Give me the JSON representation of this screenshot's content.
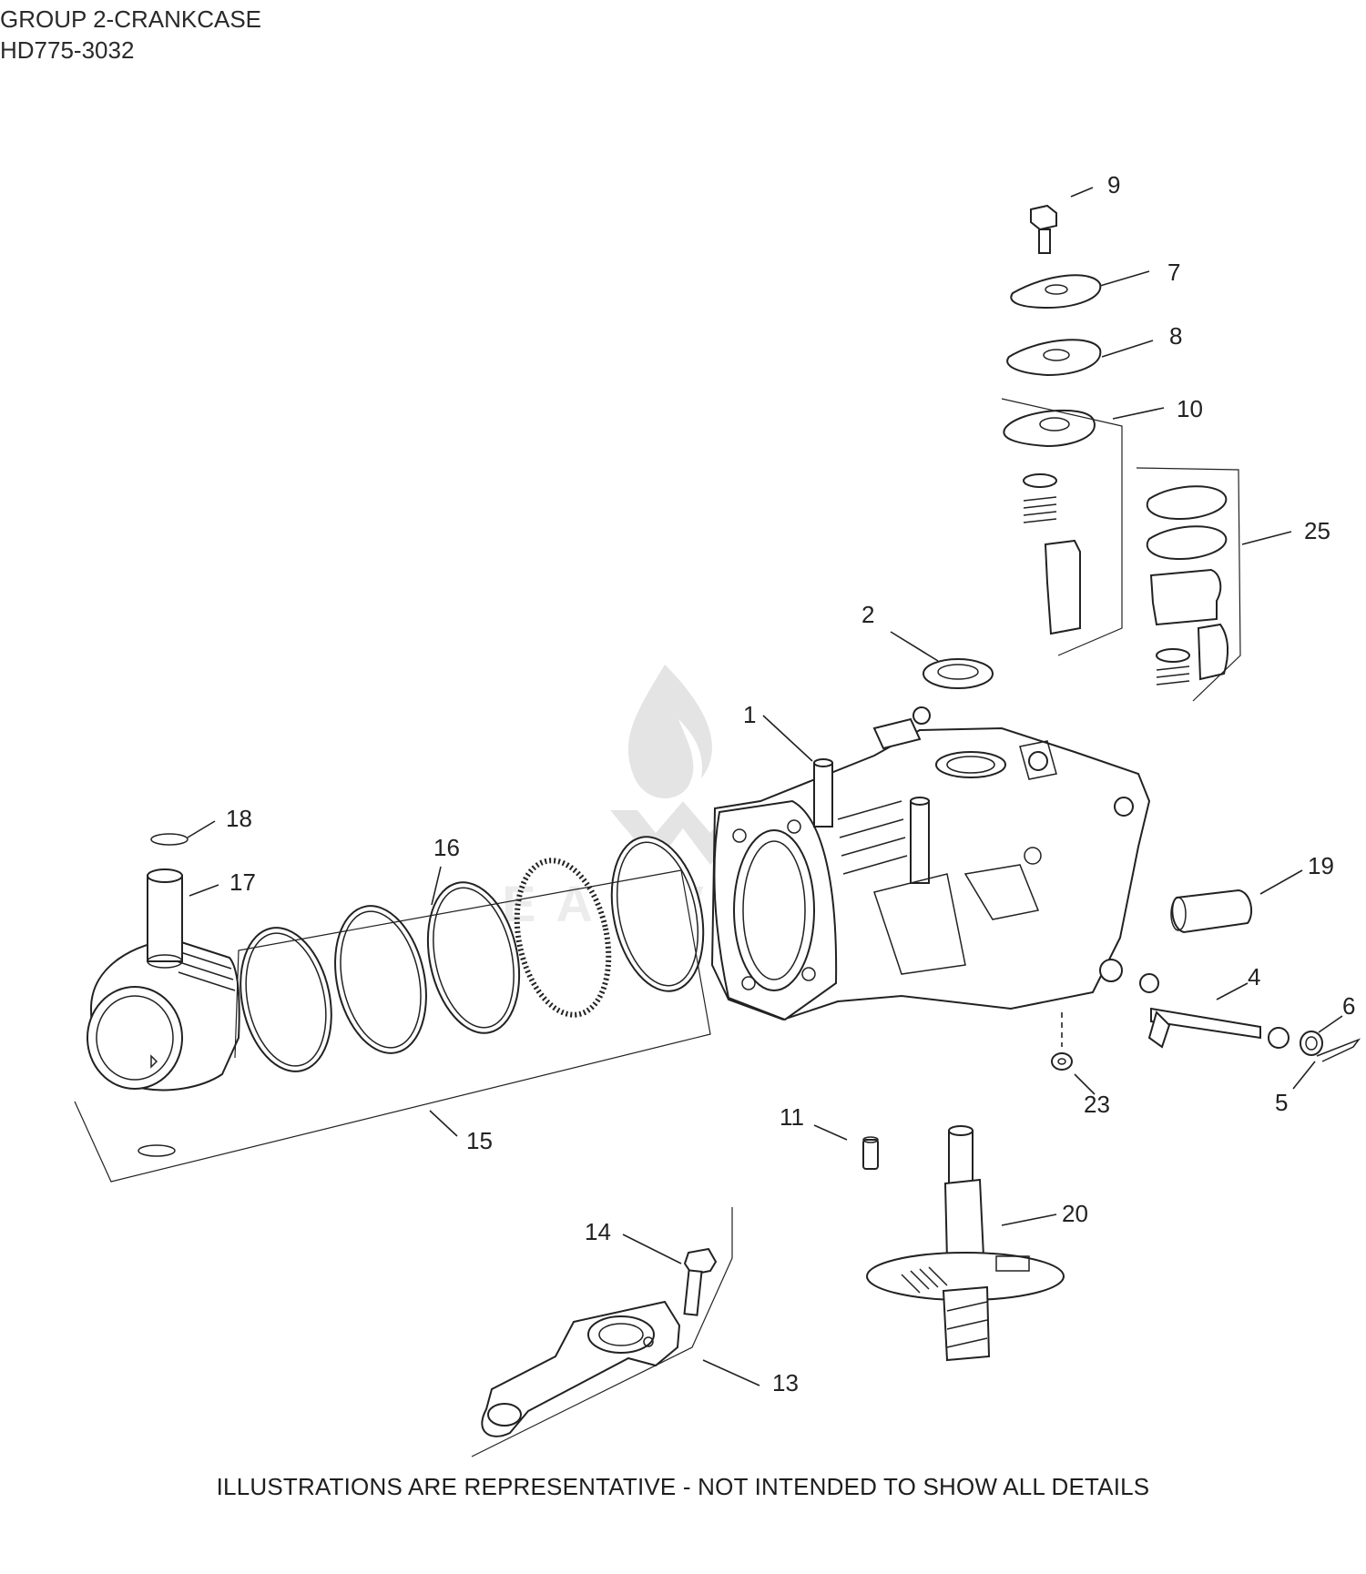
{
  "header": {
    "group_title": "GROUP 2-CRANKCASE",
    "model_code": "HD775-3032"
  },
  "watermark": {
    "text": "LEADVENTURE",
    "icon": "flame-logo-icon"
  },
  "callouts": [
    {
      "id": "c1",
      "number": "1"
    },
    {
      "id": "c2",
      "number": "2"
    },
    {
      "id": "c4",
      "number": "4"
    },
    {
      "id": "c5",
      "number": "5"
    },
    {
      "id": "c6",
      "number": "6"
    },
    {
      "id": "c7",
      "number": "7"
    },
    {
      "id": "c8",
      "number": "8"
    },
    {
      "id": "c9",
      "number": "9"
    },
    {
      "id": "c10",
      "number": "10"
    },
    {
      "id": "c11",
      "number": "11"
    },
    {
      "id": "c13",
      "number": "13"
    },
    {
      "id": "c14",
      "number": "14"
    },
    {
      "id": "c15",
      "number": "15"
    },
    {
      "id": "c16",
      "number": "16"
    },
    {
      "id": "c17",
      "number": "17"
    },
    {
      "id": "c18",
      "number": "18"
    },
    {
      "id": "c19",
      "number": "19"
    },
    {
      "id": "c20",
      "number": "20"
    },
    {
      "id": "c23",
      "number": "23"
    },
    {
      "id": "c25",
      "number": "25"
    }
  ],
  "footer": {
    "disclaimer": "ILLUSTRATIONS ARE REPRESENTATIVE - NOT INTENDED TO SHOW ALL DETAILS"
  }
}
